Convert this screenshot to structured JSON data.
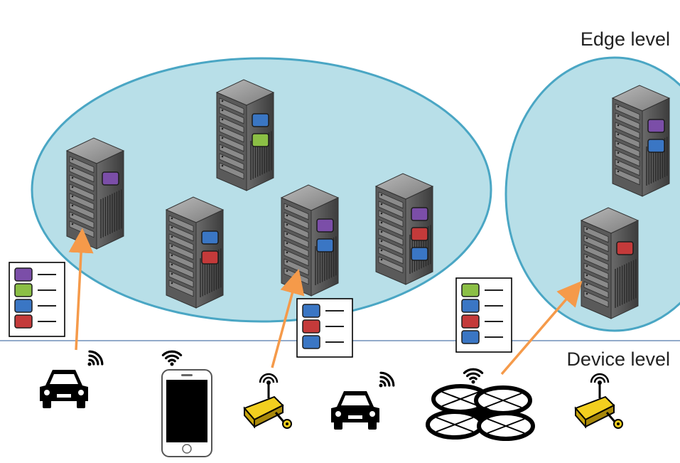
{
  "labels": {
    "edge_level": "Edge level",
    "device_level": "Device level"
  },
  "colors": {
    "cluster_fill": "#b8dfe8",
    "cluster_stroke": "#4aa6c4",
    "arrow": "#f59a4a",
    "divider": "#6f8fb8",
    "task_purple": "#7b4ea8",
    "task_green": "#8bbf45",
    "task_blue": "#3a76c4",
    "task_red": "#c43a3a"
  },
  "servers": [
    {
      "cluster": "left",
      "tasks": [
        "purple"
      ]
    },
    {
      "cluster": "left",
      "tasks": [
        "blue",
        "green"
      ]
    },
    {
      "cluster": "left",
      "tasks": [
        "blue",
        "red"
      ]
    },
    {
      "cluster": "left",
      "tasks": [
        "purple",
        "blue"
      ]
    },
    {
      "cluster": "left",
      "tasks": [
        "purple",
        "red",
        "blue"
      ]
    },
    {
      "cluster": "right",
      "tasks": [
        "purple",
        "blue"
      ]
    },
    {
      "cluster": "right",
      "tasks": [
        "red"
      ]
    }
  ],
  "task_lists": [
    {
      "tasks": [
        "purple",
        "green",
        "blue",
        "red"
      ]
    },
    {
      "tasks": [
        "blue",
        "red",
        "blue"
      ]
    },
    {
      "tasks": [
        "green",
        "blue",
        "red",
        "blue"
      ]
    }
  ],
  "devices": [
    {
      "type": "car-icon"
    },
    {
      "type": "smartphone-icon"
    },
    {
      "type": "camera-icon"
    },
    {
      "type": "car-icon"
    },
    {
      "type": "drone-icon"
    },
    {
      "type": "camera-icon"
    }
  ]
}
